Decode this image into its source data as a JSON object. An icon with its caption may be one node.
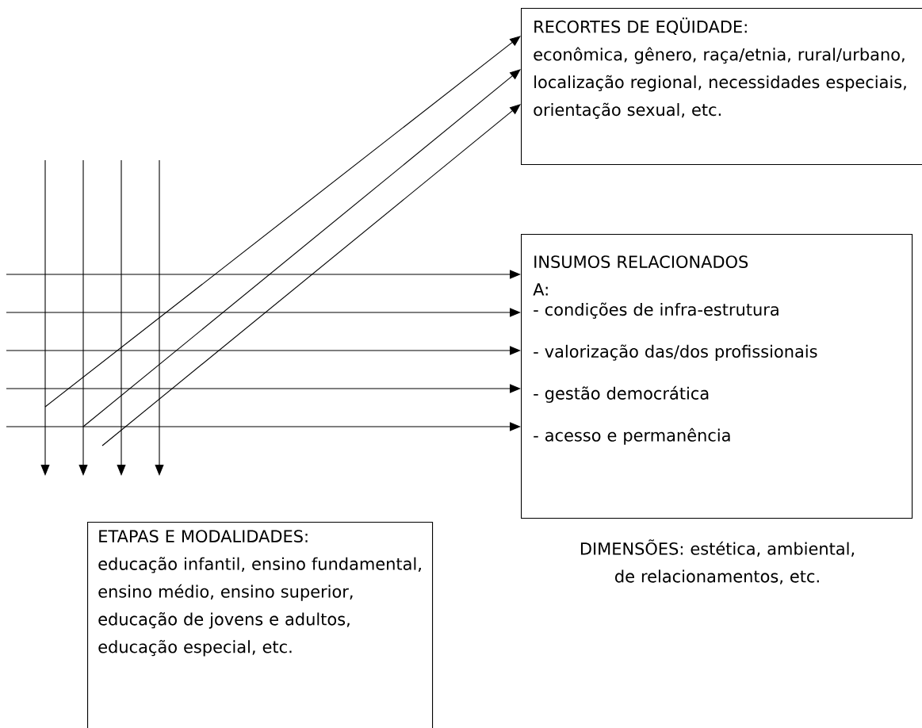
{
  "diagram": {
    "nodes": [
      {
        "text": [
          "RECORTES DE EQÜIDADE:",
          "econômica, gênero, raça/etnia, rural/urbano, localização regional, necessidades especiais, orientação sexual, etc."
        ]
      },
      {
        "text": [
          "INSUMOS RELACIONADOS A:",
          "- condições de infra-estrutura",
          "- valorização das/dos profissionais",
          "- gestão democrática",
          "- acesso e permanência"
        ]
      },
      {
        "text": [
          "ETAPAS E MODALIDADES:",
          "educação infantil, ensino fundamental, ensino médio, ensino superior, educação de jovens e adultos, educação especial, etc."
        ]
      }
    ],
    "edges": [
      {
        "from": null,
        "to": 0,
        "arrow": "to"
      },
      {
        "from": null,
        "to": 0,
        "arrow": "to"
      },
      {
        "from": null,
        "to": 0,
        "arrow": "to"
      },
      {
        "from": null,
        "to": 1,
        "arrow": "to"
      },
      {
        "from": null,
        "to": 1,
        "arrow": "to"
      },
      {
        "from": null,
        "to": 1,
        "arrow": "to"
      },
      {
        "from": null,
        "to": 1,
        "arrow": "to"
      },
      {
        "from": null,
        "to": 1,
        "arrow": "to"
      }
    ],
    "labels": [
      "DIMENSÕES: estética, ambiental, de relacionamentos, etc."
    ]
  }
}
